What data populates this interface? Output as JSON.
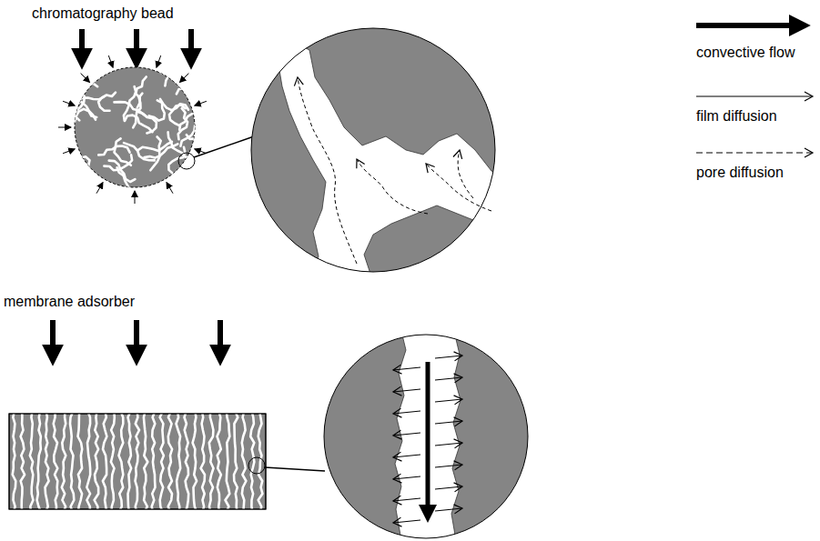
{
  "diagram": {
    "labels": [
      "chromatography bead",
      "membrane adsorber"
    ],
    "legend": [
      {
        "text": "convective flow"
      },
      {
        "text": "film diffusion"
      },
      {
        "text": "pore diffusion"
      }
    ]
  }
}
